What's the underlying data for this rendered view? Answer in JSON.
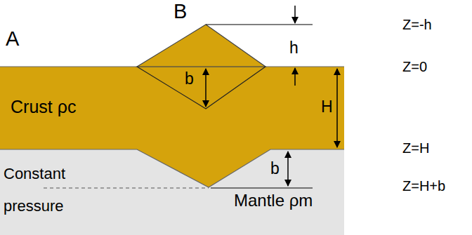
{
  "diagram": {
    "nodes": [
      {
        "text": [
          "Crust ρc"
        ]
      },
      {
        "text": [
          "Constant pressure",
          "Mantle ρm"
        ]
      }
    ],
    "labels": [
      "A",
      "B",
      "h",
      "b",
      "H",
      "b",
      "Z=-h",
      "Z=0",
      "Z=H",
      "Z=H+b"
    ]
  }
}
